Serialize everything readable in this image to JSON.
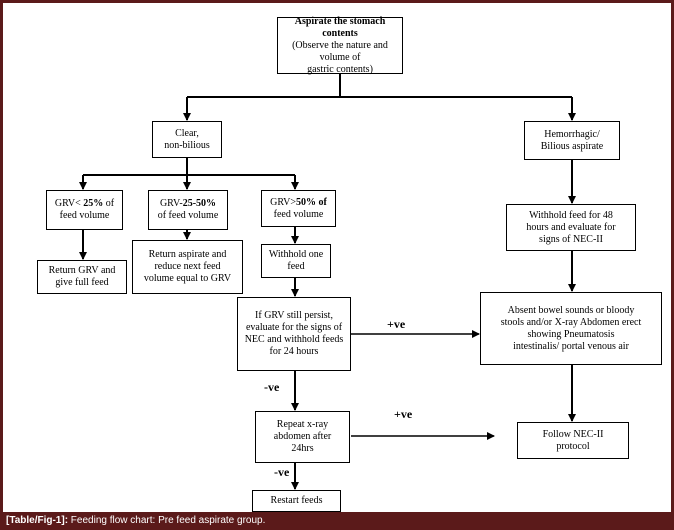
{
  "nodes": {
    "start_title": "Aspirate the stomach contents",
    "start_sub": "(Observe the nature and volume of\ngastric contents)",
    "clear": "Clear,\nnon-bilious",
    "hemorrhagic": "Hemorrhagic/\nBilious aspirate",
    "grv_low_a": "GRV< ",
    "grv_low_b": "25%",
    "grv_low_c": " of\nfeed volume",
    "grv_mid_a": "GRV-",
    "grv_mid_b": "25-50%",
    "grv_mid_c": "\nof feed volume",
    "grv_high_a": "GRV>",
    "grv_high_b": "50% of",
    "grv_high_c": "\nfeed volume",
    "return_full": "Return GRV and\ngive full feed",
    "return_reduce": "Return aspirate and\nreduce next feed\nvolume equal to GRV",
    "withhold_one": "Withhold one\nfeed",
    "persist": "If GRV still persist,\nevaluate for the signs of\nNEC and withhold feeds\nfor 24 hours",
    "withhold_48": "Withhold feed for 48\nhours and evaluate for\nsigns of NEC-II",
    "absent_bowel": "Absent bowel sounds or bloody\nstools and/or X-ray Abdomen erect\nshowing Pneumatosis\nintestinalis/ portal venous air",
    "repeat_xray": "Repeat x-ray\nabdomen after\n24hrs",
    "follow_nec": "Follow NEC-II\nprotocol",
    "restart": "Restart feeds"
  },
  "edge_labels": {
    "pos_persist": "+ve",
    "neg_persist": "-ve",
    "pos_xray": "+ve",
    "neg_xray": "-ve"
  },
  "caption": {
    "ref": "[Table/Fig-1]:",
    "text": " Feeding flow chart: Pre feed aspirate group."
  }
}
